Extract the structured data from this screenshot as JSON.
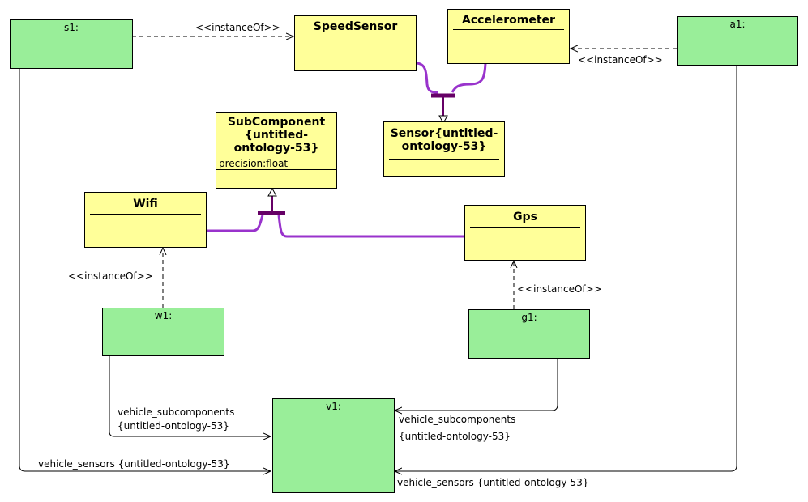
{
  "classes": {
    "speed_sensor": "SpeedSensor",
    "accelerometer": "Accelerometer",
    "sensor_line1": "Sensor{untitled-",
    "sensor_line2": "ontology-53}",
    "subcomponent_line1": "SubComponent",
    "subcomponent_line2": "{untitled-",
    "subcomponent_line3": "ontology-53}",
    "subcomponent_attr": "precision:float",
    "wifi": "Wifi",
    "gps": "Gps"
  },
  "objects": {
    "s1": "s1:",
    "a1": "a1:",
    "w1": "w1:",
    "g1": "g1:",
    "v1": "v1:"
  },
  "labels": {
    "instance_of": "<<instanceOf>>",
    "vehicle_subcomponents": "vehicle_subcomponents",
    "ontology": "{untitled-ontology-53}",
    "vehicle_sensors": "vehicle_sensors {untitled-ontology-53}"
  },
  "colors": {
    "class_fill": "#ffff99",
    "object_fill": "#99ee99",
    "generalization": "#9933cc",
    "generalization_bar": "#660066"
  }
}
